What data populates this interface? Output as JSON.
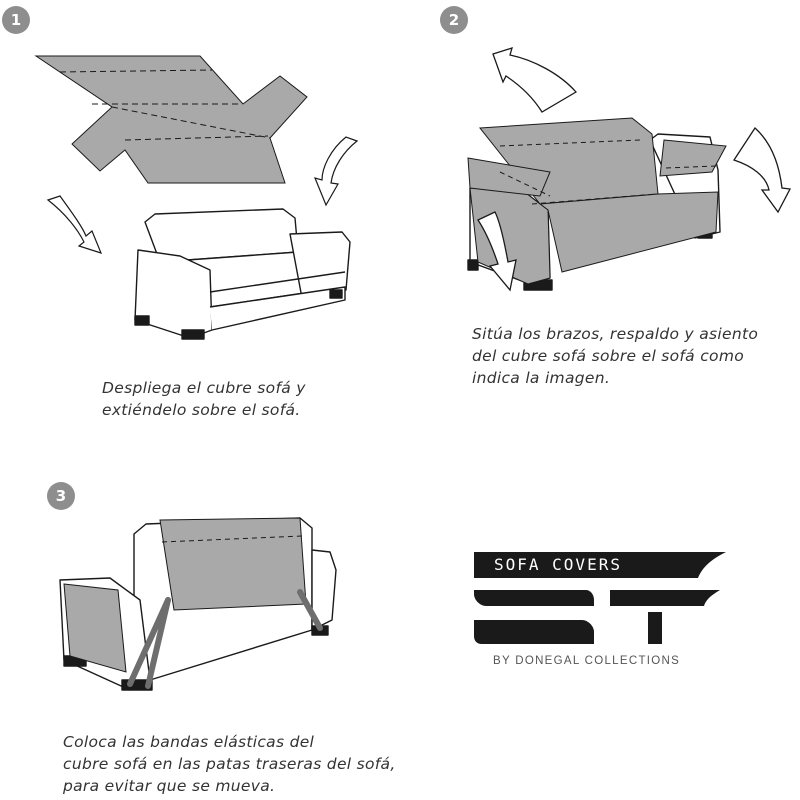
{
  "colors": {
    "badge": "#8e8e8e",
    "cover": "#a9a9a9",
    "outline": "#1a1a1a",
    "elastic": "#6e6e6e",
    "logo": "#1a1a1a"
  },
  "steps": [
    {
      "number": "1",
      "caption_lines": [
        "Despliega el cubre sofá y",
        "extiéndelo sobre el sofá."
      ]
    },
    {
      "number": "2",
      "caption_lines": [
        "Sitúa los brazos, respaldo y asiento",
        "del cubre sofá sobre el sofá como",
        "indica la imagen."
      ]
    },
    {
      "number": "3",
      "caption_lines": [
        "Coloca las bandas elásticas del",
        "cubre sofá en las patas traseras del sofá,",
        "para evitar que se mueva."
      ]
    }
  ],
  "logo": {
    "brand_text": "SOFA COVERS",
    "monogram_icon": "st-monogram-icon",
    "tagline": "BY DONEGAL COLLECTIONS"
  }
}
